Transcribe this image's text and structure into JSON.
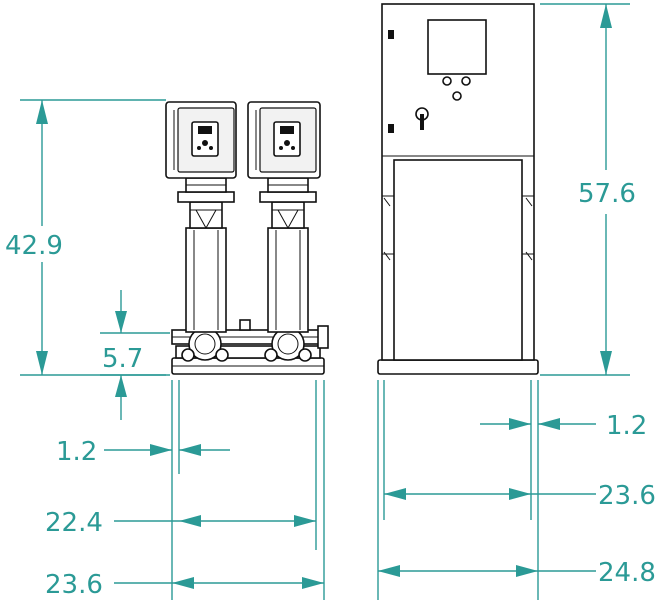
{
  "dimensions": {
    "pump_height": "42.9",
    "base_height": "5.7",
    "base_gap": "1.2",
    "pump_width_inner": "22.4",
    "pump_width_outer": "23.6",
    "panel_height": "57.6",
    "panel_gap": "1.2",
    "panel_width_inner": "23.6",
    "panel_width_outer": "24.8"
  },
  "colors": {
    "dimension": "#2b9a96",
    "outline": "#111111"
  }
}
